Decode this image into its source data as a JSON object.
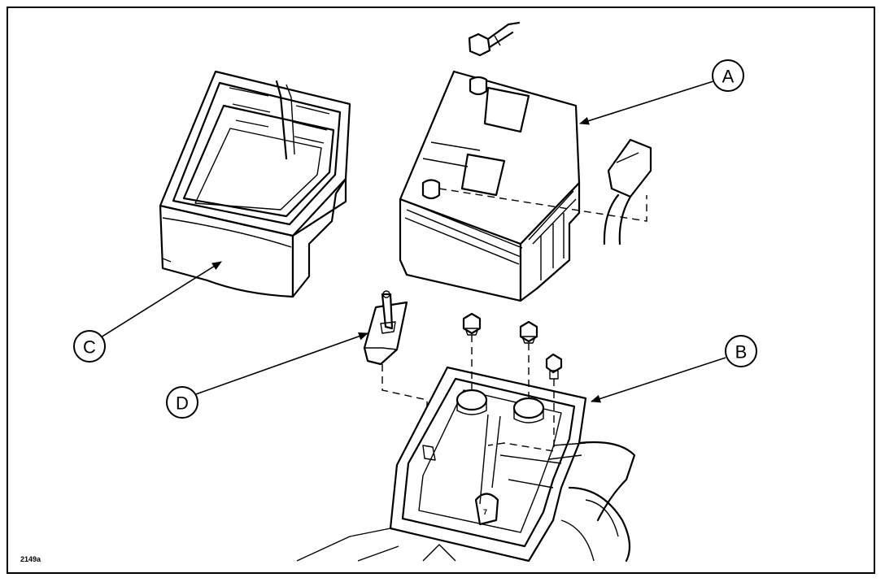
{
  "figure": {
    "code": "2149a",
    "callouts": [
      {
        "id": "A",
        "label": "A"
      },
      {
        "id": "B",
        "label": "B"
      },
      {
        "id": "C",
        "label": "C"
      },
      {
        "id": "D",
        "label": "D"
      }
    ]
  }
}
